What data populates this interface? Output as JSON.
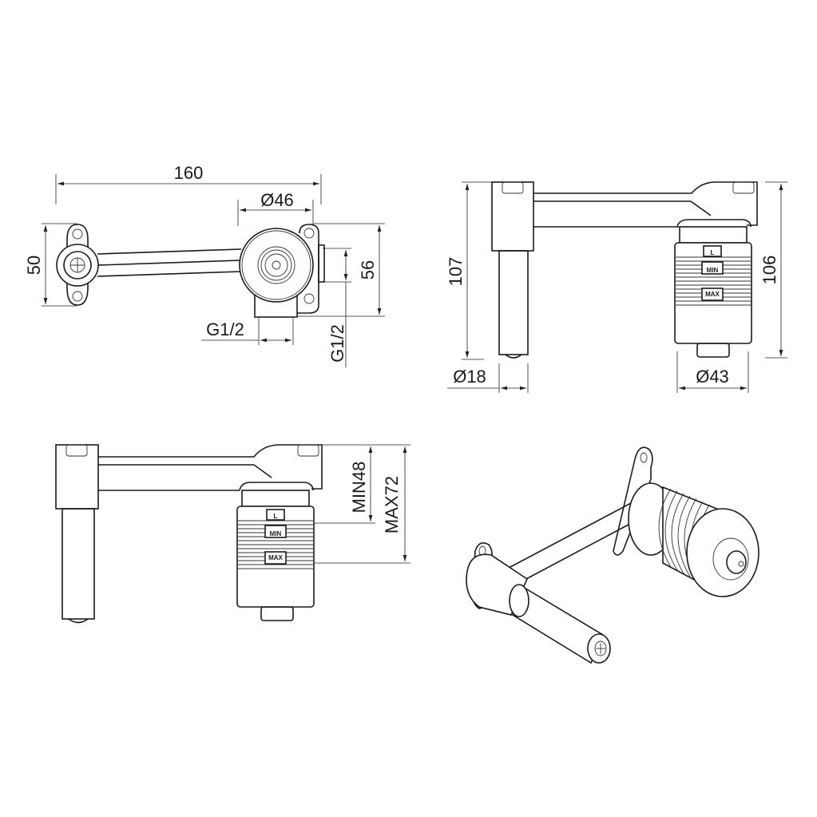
{
  "drawing": {
    "front_view": {
      "dimensions": {
        "overall_length": "160",
        "body_diameter": "Ø46",
        "flange_height": "50",
        "bracket_height": "56",
        "outlet_thread_horizontal": "G1/2",
        "outlet_thread_vertical": "G1/2"
      }
    },
    "side_view": {
      "dimensions": {
        "pipe_height": "107",
        "cartridge_height": "106",
        "pipe_diameter": "Ø18",
        "cartridge_diameter": "Ø43"
      },
      "cartridge_marks": {
        "lock": "L",
        "min": "MIN",
        "max": "MAX"
      }
    },
    "depth_view": {
      "dimensions": {
        "min_depth": "MIN48",
        "max_depth": "MAX72"
      },
      "cartridge_marks": {
        "lock": "L",
        "min": "MIN",
        "max": "MAX"
      }
    },
    "isometric_view": {}
  }
}
